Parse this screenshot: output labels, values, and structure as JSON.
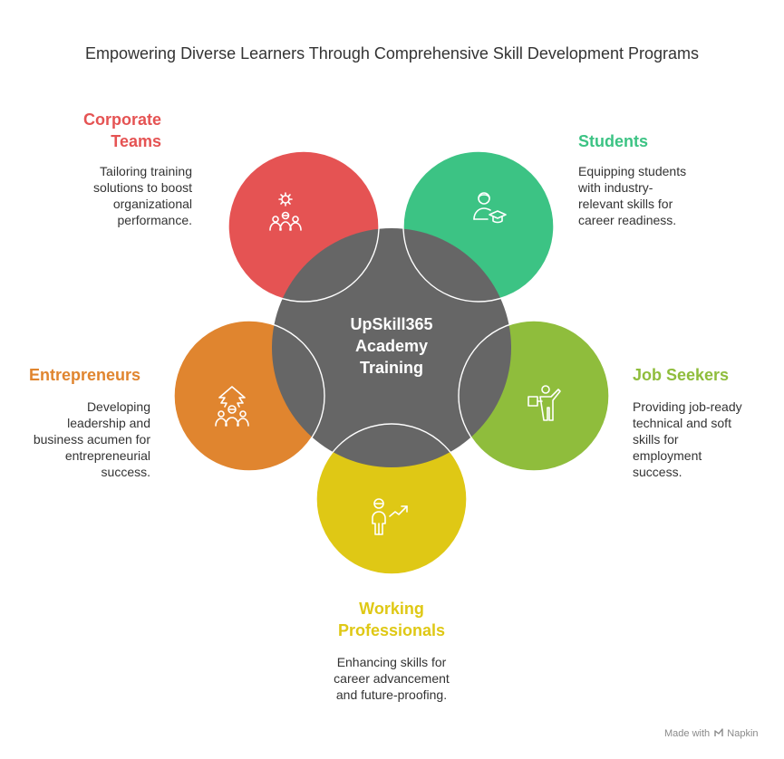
{
  "title": "Empowering Diverse Learners Through Comprehensive Skill Development Programs",
  "colors": {
    "corporate": "#e55353",
    "students": "#3cc384",
    "job_seekers": "#8fbd3c",
    "working": "#dfc815",
    "entrepreneurs": "#e0852f",
    "hub": "#666666"
  },
  "hub": {
    "lines": [
      "UpSkill365",
      "Academy",
      "Training"
    ]
  },
  "segments": {
    "corporate": {
      "icon": "gear-team-icon",
      "label_lines": [
        "Corporate",
        "Teams"
      ],
      "desc_lines": [
        "Tailoring training",
        "solutions to boost",
        "organizational",
        "performance."
      ]
    },
    "students": {
      "icon": "graduate-icon",
      "label_lines": [
        "Students"
      ],
      "desc_lines": [
        "Equipping students",
        "with industry-",
        "relevant skills for",
        "career readiness."
      ]
    },
    "job_seekers": {
      "icon": "presenter-icon",
      "label_lines": [
        "Job Seekers"
      ],
      "desc_lines": [
        "Providing job-ready",
        "technical and soft",
        "skills for",
        "employment",
        "success."
      ]
    },
    "working": {
      "icon": "growth-person-icon",
      "label_lines": [
        "Working",
        "Professionals"
      ],
      "desc_lines": [
        "Enhancing skills for",
        "career advancement",
        "and future-proofing."
      ]
    },
    "entrepreneurs": {
      "icon": "leadership-arrow-icon",
      "label_lines": [
        "Entrepreneurs"
      ],
      "desc_lines": [
        "Developing",
        "leadership and",
        "business acumen for",
        "entrepreneurial",
        "success."
      ]
    }
  },
  "watermark": {
    "prefix": "Made with",
    "brand": "Napkin"
  }
}
